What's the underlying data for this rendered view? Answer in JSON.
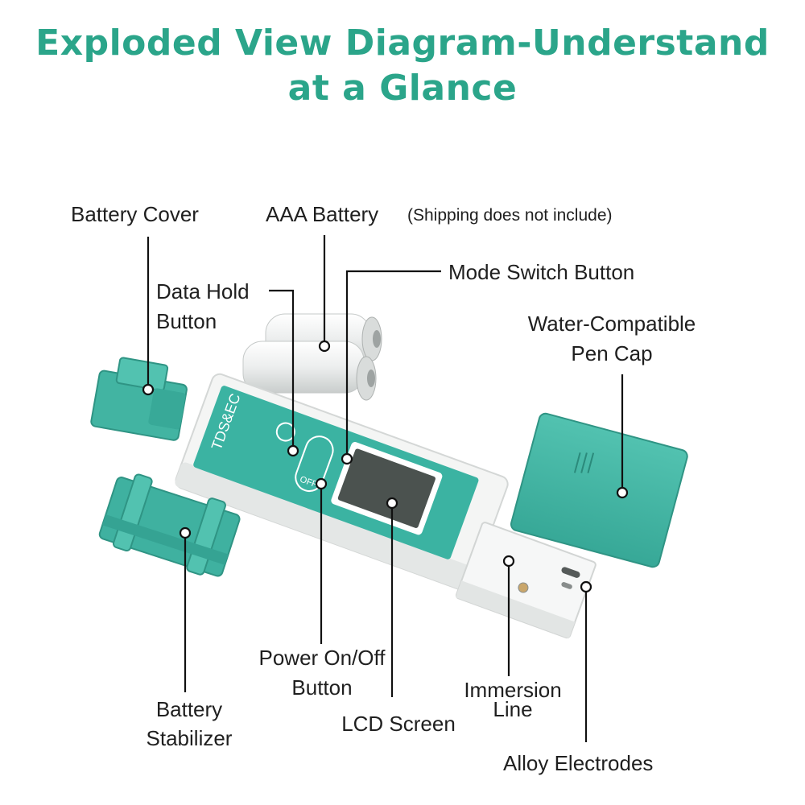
{
  "title": {
    "line1": "Exploded View Diagram-Understand",
    "line2": "at a Glance"
  },
  "device": {
    "body_text": "TDS&EC",
    "off_text": "OFF",
    "body_color": "#f4f5f4",
    "accent_color": "#3bb3a2",
    "lcd_color": "#4b524f"
  },
  "labels": {
    "battery_cover": "Battery Cover",
    "aaa_battery": "AAA Battery",
    "shipping_note": "(Shipping does not include)",
    "mode_switch": "Mode Switch Button",
    "data_hold_1": "Data Hold",
    "data_hold_2": "Button",
    "pen_cap_1": "Water-Compatible",
    "pen_cap_2": "Pen Cap",
    "power_1": "Power On/Off",
    "power_2": "Button",
    "lcd": "LCD Screen",
    "immersion_1": "Immersion",
    "immersion_2": "Line",
    "stabilizer_1": "Battery",
    "stabilizer_2": "Stabilizer",
    "electrodes": "Alloy Electrodes"
  }
}
